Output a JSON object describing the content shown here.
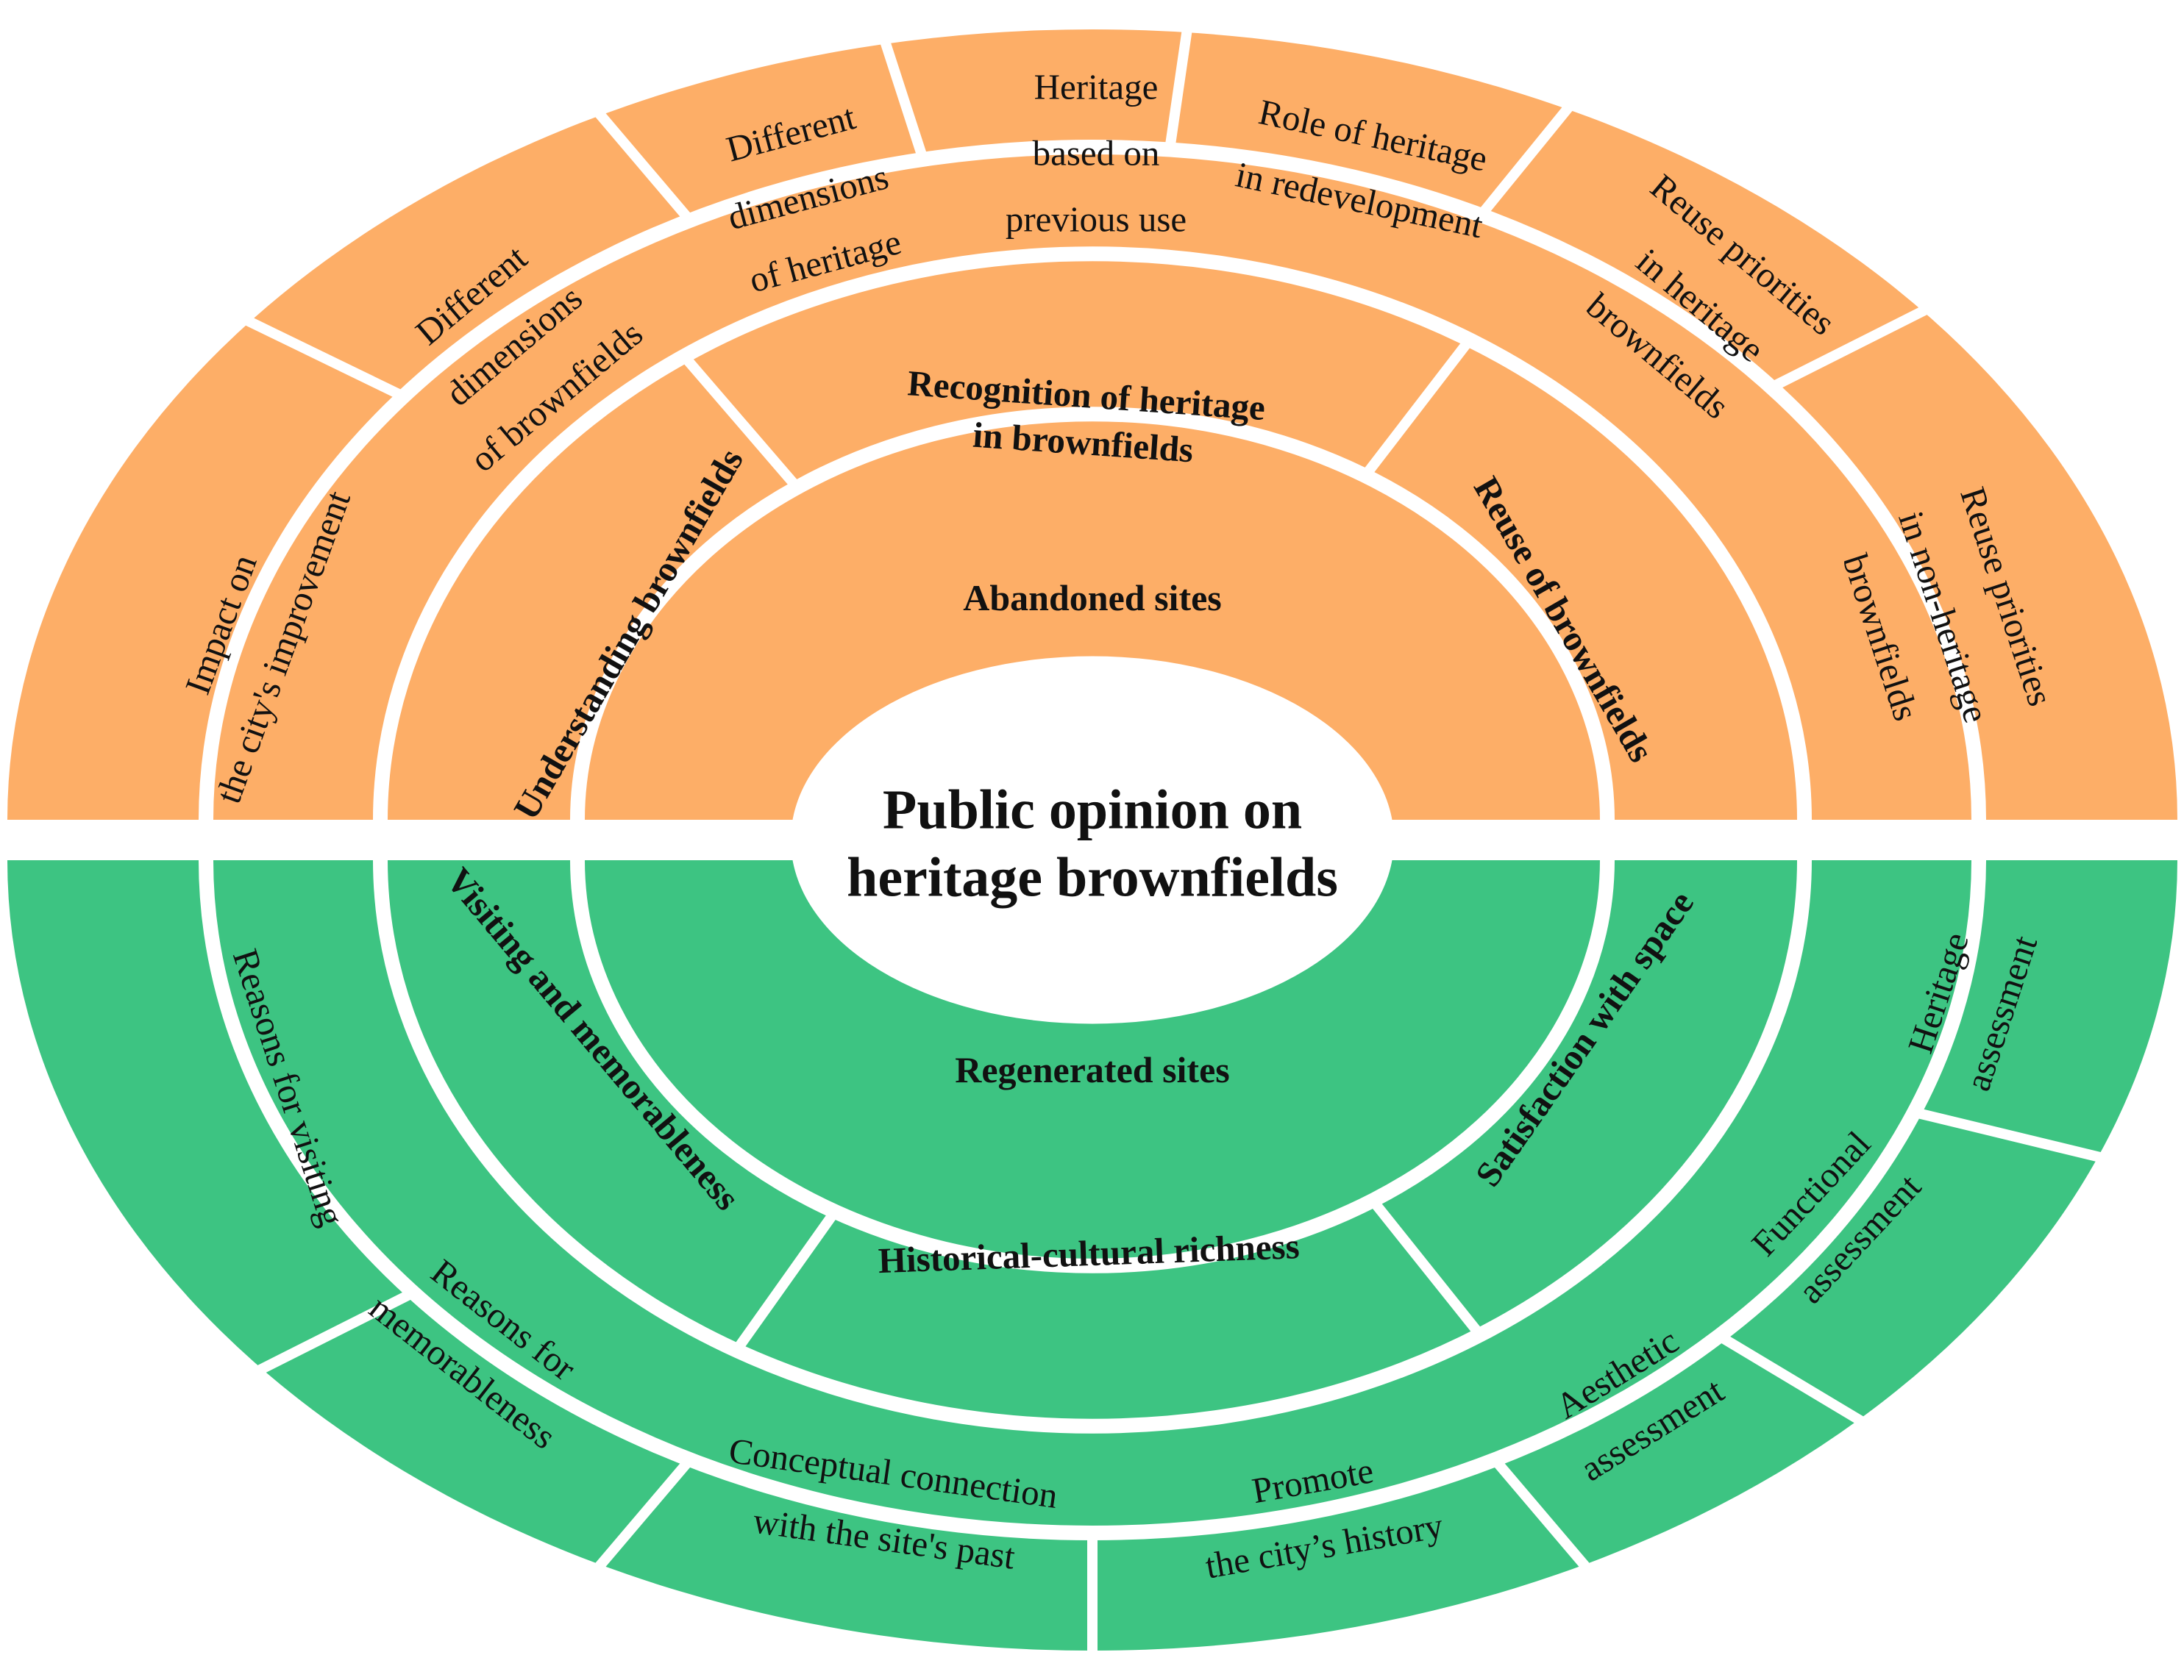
{
  "colors": {
    "top": "#FDAE67",
    "bottom": "#3DC482",
    "center": "#FFFFFF",
    "separator": "#FFFFFF"
  },
  "center": {
    "line1": "Public opinion on",
    "line2": "heritage brownfields"
  },
  "inner_ring": {
    "top_label": "Abandoned sites",
    "bottom_label": "Regenerated sites"
  },
  "middle_ring": {
    "top": [
      "Understanding brownfields",
      "Recognition of heritage in brownfields",
      "Reuse of brownfields"
    ],
    "bottom": [
      "Visiting and memorableness",
      "Historical-cultural richness",
      "Satisfaction with space"
    ]
  },
  "outer_ring": {
    "top": [
      {
        "lines": [
          "Impact on",
          "the city's improvement"
        ]
      },
      {
        "lines": [
          "Different",
          "dimensions",
          "of brownfields"
        ]
      },
      {
        "lines": [
          "Different",
          "dimensions",
          "of heritage"
        ]
      },
      {
        "lines": [
          "Heritage",
          "based on",
          "previous use"
        ]
      },
      {
        "lines": [
          "Role of heritage",
          "in redevelopment"
        ]
      },
      {
        "lines": [
          "Reuse priorities",
          "in heritage",
          "brownfields"
        ]
      },
      {
        "lines": [
          "Reuse priorities",
          "in non-heritage",
          "brownfields"
        ]
      }
    ],
    "bottom": [
      {
        "lines": [
          "Reasons for visiting"
        ]
      },
      {
        "lines": [
          "Reasons for",
          "memorableness"
        ]
      },
      {
        "lines": [
          "Conceptual connection",
          "with the site's past"
        ]
      },
      {
        "lines": [
          "Promote",
          "the city’s history"
        ]
      },
      {
        "lines": [
          "Aesthetic",
          "assessment"
        ]
      },
      {
        "lines": [
          "Functional",
          "assessment"
        ]
      },
      {
        "lines": [
          "Heritage",
          "assessment"
        ]
      }
    ]
  }
}
